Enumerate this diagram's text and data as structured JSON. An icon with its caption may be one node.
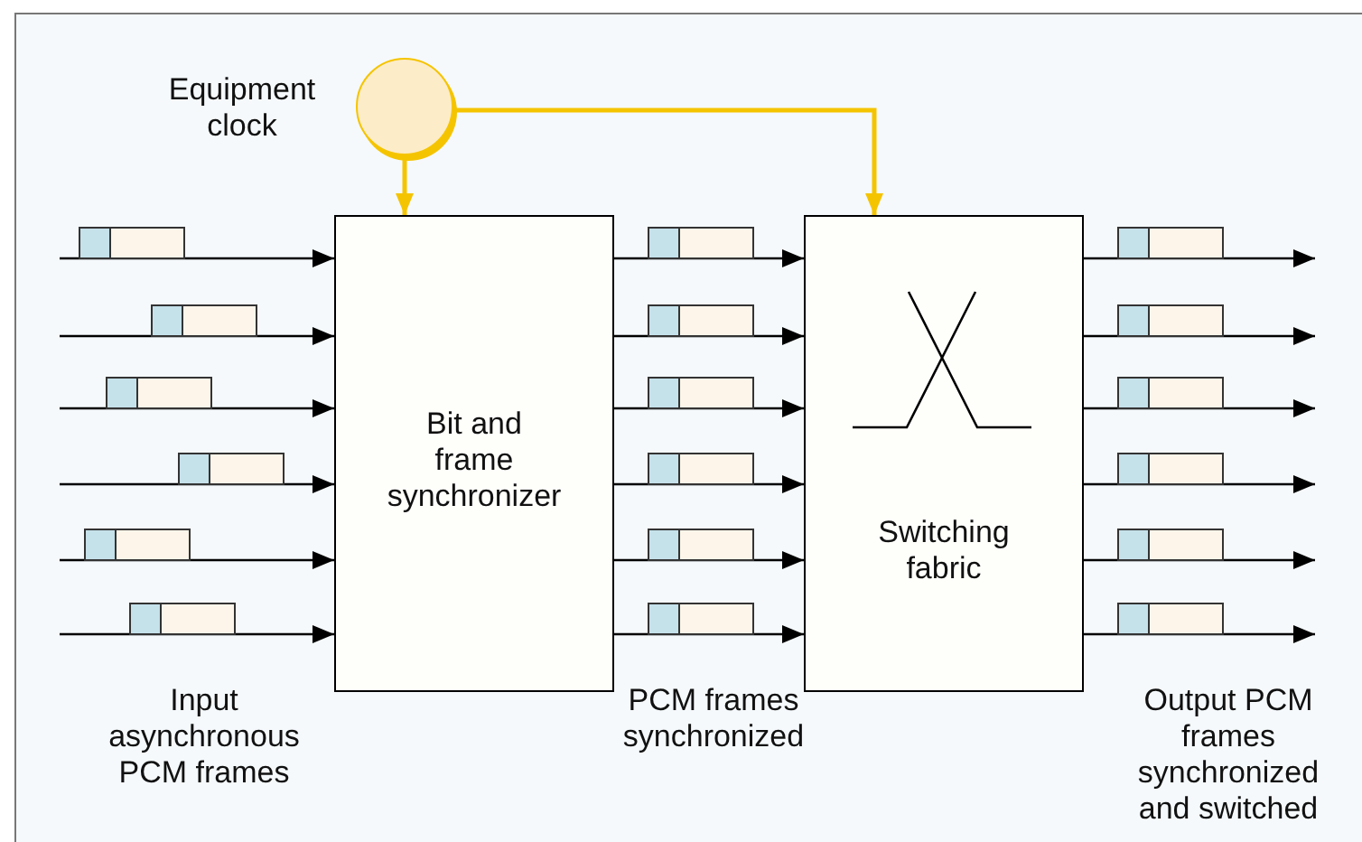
{
  "diagram": {
    "nodes": [
      {
        "text": [],
        "shape": "circle",
        "beside": [
          "Equipment clock"
        ]
      },
      {
        "text": [
          "Bit and frame synchronizer"
        ]
      },
      {
        "text": [
          "Switching fabric"
        ]
      }
    ],
    "edges": [
      {
        "from": 0,
        "to": 1,
        "arrow": "to",
        "color": "#f5c400"
      },
      {
        "from": 0,
        "to": 2,
        "arrow": "to",
        "color": "#f5c400"
      },
      {
        "from": null,
        "to": 1,
        "arrow": "to"
      },
      {
        "from": null,
        "to": 1,
        "arrow": "to"
      },
      {
        "from": null,
        "to": 1,
        "arrow": "to"
      },
      {
        "from": null,
        "to": 1,
        "arrow": "to"
      },
      {
        "from": null,
        "to": 1,
        "arrow": "to"
      },
      {
        "from": null,
        "to": 1,
        "arrow": "to"
      },
      {
        "from": 1,
        "to": 2,
        "arrow": "to"
      },
      {
        "from": 1,
        "to": 2,
        "arrow": "to"
      },
      {
        "from": 1,
        "to": 2,
        "arrow": "to"
      },
      {
        "from": 1,
        "to": 2,
        "arrow": "to"
      },
      {
        "from": 1,
        "to": 2,
        "arrow": "to"
      },
      {
        "from": 1,
        "to": 2,
        "arrow": "to"
      },
      {
        "from": 2,
        "to": null,
        "arrow": "to"
      },
      {
        "from": 2,
        "to": null,
        "arrow": "to"
      },
      {
        "from": 2,
        "to": null,
        "arrow": "to"
      },
      {
        "from": 2,
        "to": null,
        "arrow": "to"
      },
      {
        "from": 2,
        "to": null,
        "arrow": "to"
      },
      {
        "from": 2,
        "to": null,
        "arrow": "to"
      }
    ],
    "labels": [
      "Input asynchronous PCM frames",
      "PCM frames synchronized",
      "Output PCM frames synchronized and switched"
    ]
  }
}
